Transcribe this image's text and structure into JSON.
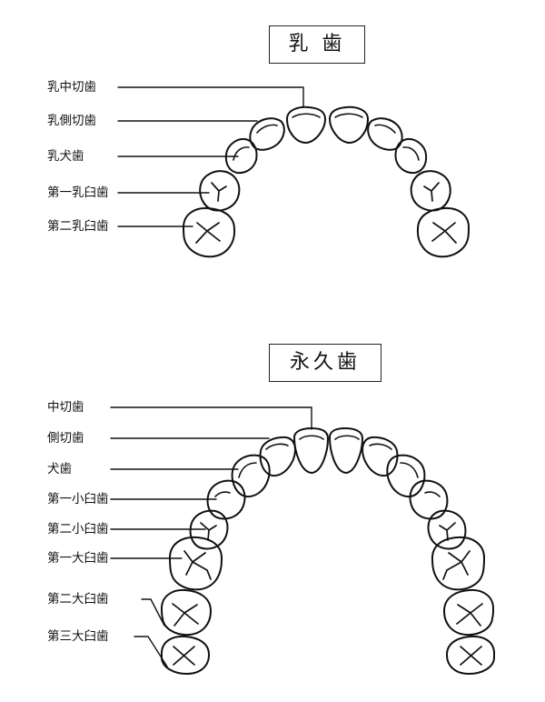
{
  "primary": {
    "title": "乳 歯",
    "labels": [
      "乳中切歯",
      "乳側切歯",
      "乳犬歯",
      "第一乳臼歯",
      "第二乳臼歯"
    ]
  },
  "permanent": {
    "title": "永久歯",
    "labels": [
      "中切歯",
      "側切歯",
      "犬歯",
      "第一小臼歯",
      "第二小臼歯",
      "第一大臼歯",
      "第二大臼歯",
      "第三大臼歯"
    ]
  }
}
